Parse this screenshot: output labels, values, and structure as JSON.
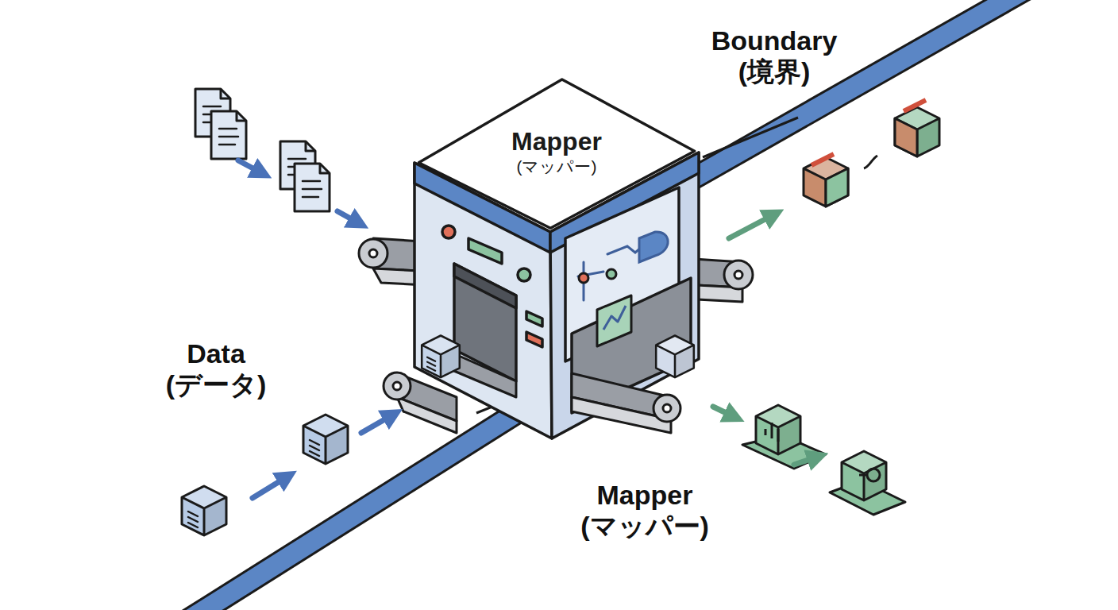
{
  "diagram": {
    "nodes": [
      {
        "text": [
          "Mapper",
          "(マッパー)"
        ]
      }
    ],
    "labels": [
      "Boundary (境界)",
      "Data (データ)",
      "Mapper (マッパー)"
    ]
  }
}
